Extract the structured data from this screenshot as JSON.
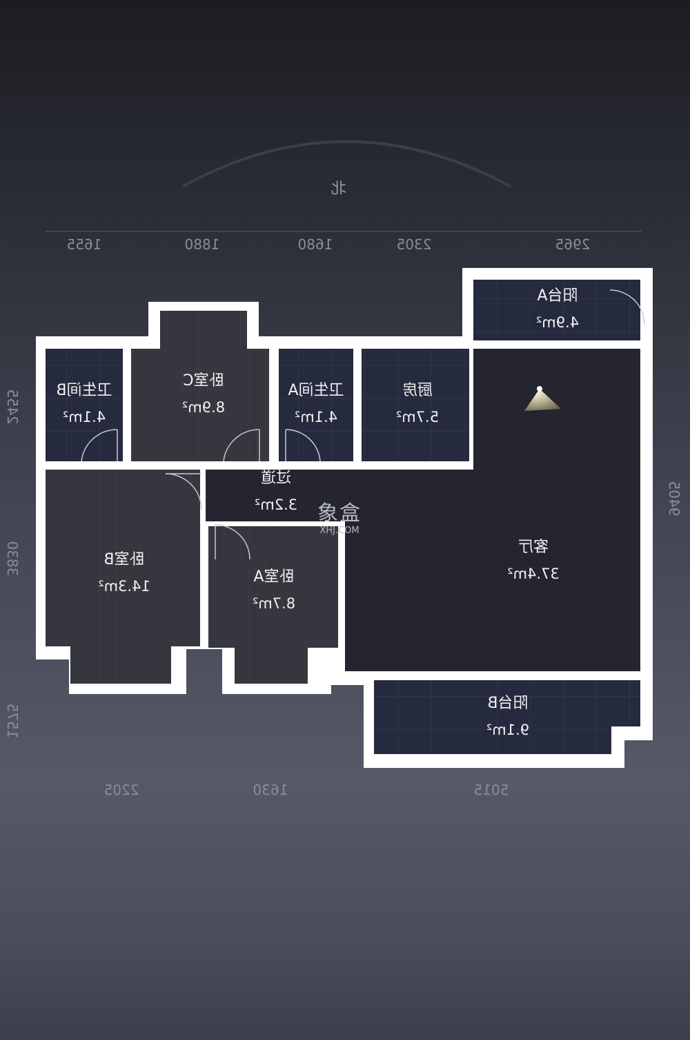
{
  "compass": {
    "label": "北"
  },
  "dimensions": {
    "top": [
      "1655",
      "1880",
      "1680",
      "2305",
      "2965"
    ],
    "bottom": [
      "2205",
      "1630",
      "5015"
    ],
    "left": [
      "2455",
      "3830",
      "1575"
    ],
    "right": [
      "9405"
    ]
  },
  "rooms": {
    "bathroom_b": {
      "name": "卫生间B",
      "area": "4.1m²"
    },
    "bedroom_c": {
      "name": "卧室C",
      "area": "8.9m²"
    },
    "bathroom_a": {
      "name": "卫生间A",
      "area": "4.1m²"
    },
    "kitchen": {
      "name": "厨房",
      "area": "5.7m²"
    },
    "balcony_a": {
      "name": "阳台A",
      "area": "4.9m²"
    },
    "corridor": {
      "name": "过道",
      "area": "3.2m²"
    },
    "living_room": {
      "name": "客厅",
      "area": "37.4m²"
    },
    "bedroom_b": {
      "name": "卧室B",
      "area": "14.3m²"
    },
    "bedroom_a": {
      "name": "卧室A",
      "area": "8.7m²"
    },
    "balcony_b": {
      "name": "阳台B",
      "area": "9.1m²"
    }
  },
  "watermark": {
    "cn": "象盒",
    "en": "XHJ.COM"
  },
  "colors": {
    "wall": "#ffffff",
    "floor_tile": "#262a3e",
    "floor_wood": "#33343c",
    "living": "#24252f"
  }
}
